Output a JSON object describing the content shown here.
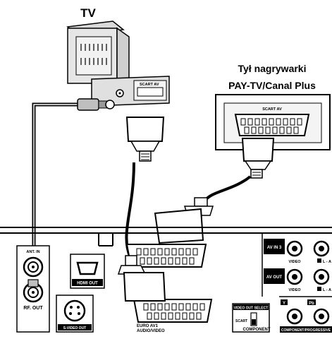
{
  "labels": {
    "tv": "TV",
    "recorder_back": "Tył nagrywarki",
    "paytv": "PAY-TV/Canal Plus",
    "scart_av": "SCART AV",
    "ant_in": "ANT. IN",
    "rf_out": "RF. OUT",
    "hdmi_out": "HDMI OUT",
    "svideo_out": "S-VIDEO OUT",
    "euro_av1_line1": "EURO AV1",
    "euro_av1_line2": "AUDIO/VIDEO",
    "video_out_select": "VIDEO OUT SELECT",
    "scart": "SCART",
    "component": "COMPONENT",
    "av_in_3": "AV IN 3",
    "av_out": "AV OUT",
    "video_1": "VIDEO",
    "video_2": "VIDEO",
    "l_1": "L - A",
    "l_2": "L - A",
    "y": "Y",
    "pb": "Pb",
    "component_progressive": "COMPONENT/PROGRESSIVE"
  }
}
